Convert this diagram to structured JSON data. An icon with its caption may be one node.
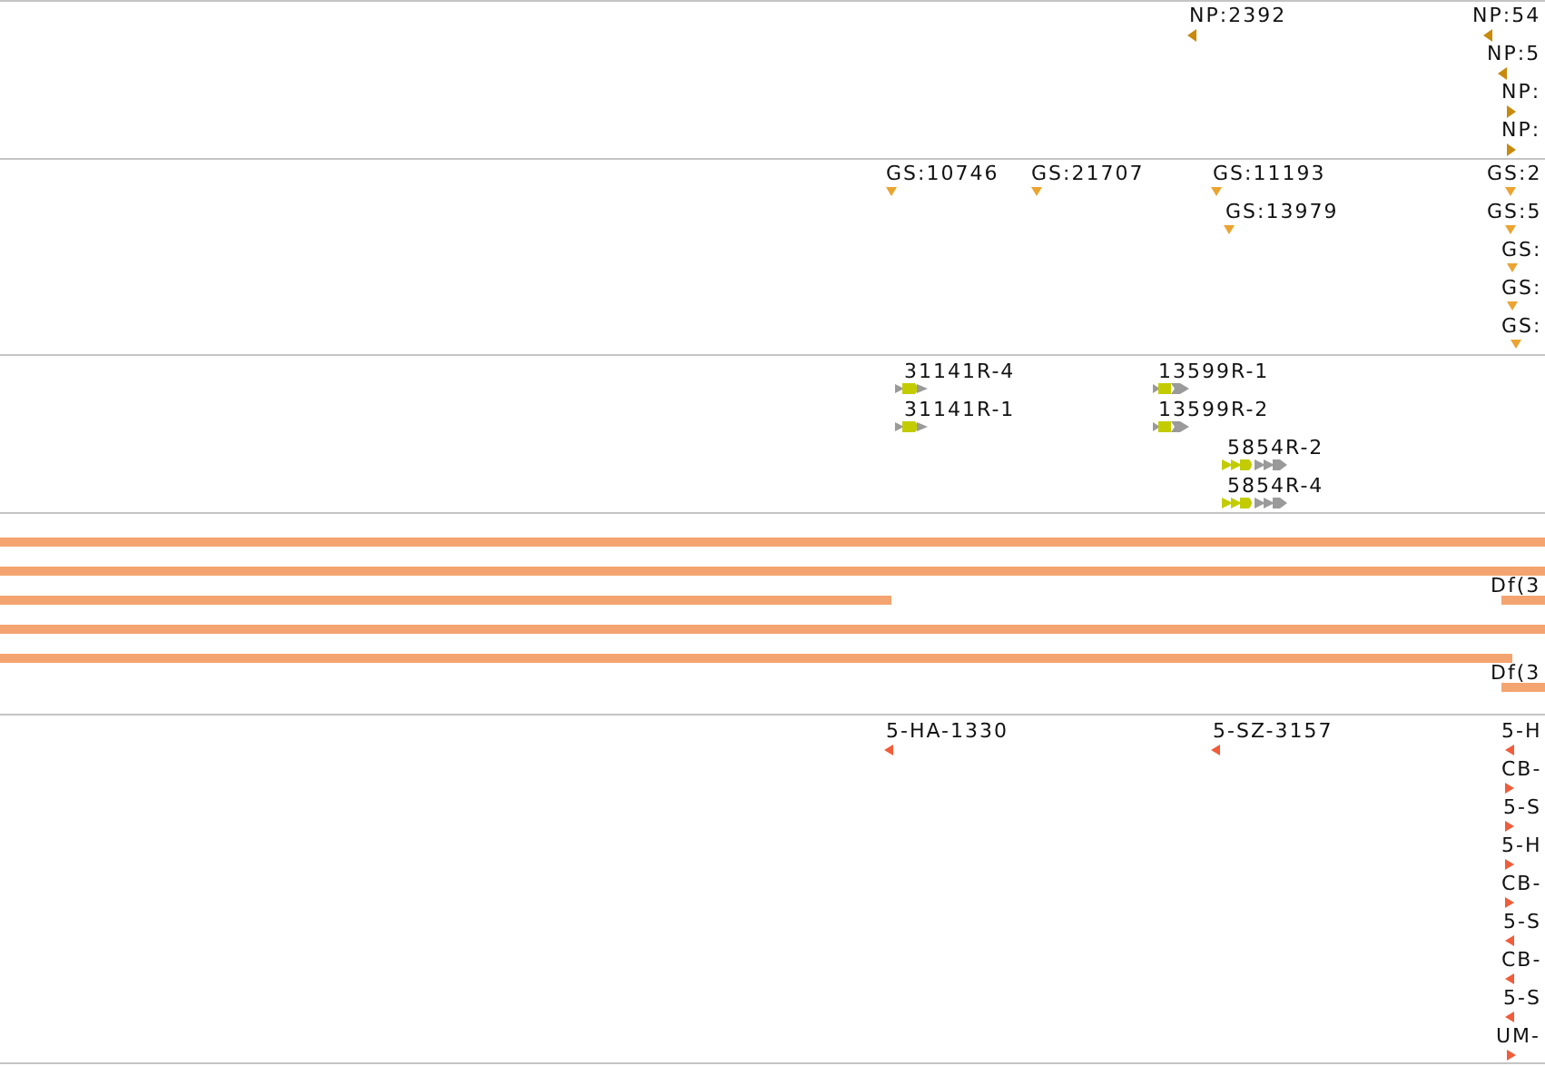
{
  "diagram": {
    "labels": [
      "NP:2392",
      "NP:54",
      "NP:5",
      "NP:",
      "NP:",
      "GS:10746",
      "GS:21707",
      "GS:11193",
      "GS:2",
      "GS:13979",
      "GS:5",
      "GS:",
      "GS:",
      "GS:",
      "31141R-4",
      "13599R-1",
      "31141R-1",
      "13599R-2",
      "5854R-2",
      "5854R-4",
      "Df(3",
      "Df(3",
      "5-HA-1330",
      "5-SZ-3157",
      "5-H",
      "CB-",
      "5-S",
      "5-H",
      "CB-",
      "5-S",
      "CB-",
      "5-S",
      "UM-"
    ]
  }
}
